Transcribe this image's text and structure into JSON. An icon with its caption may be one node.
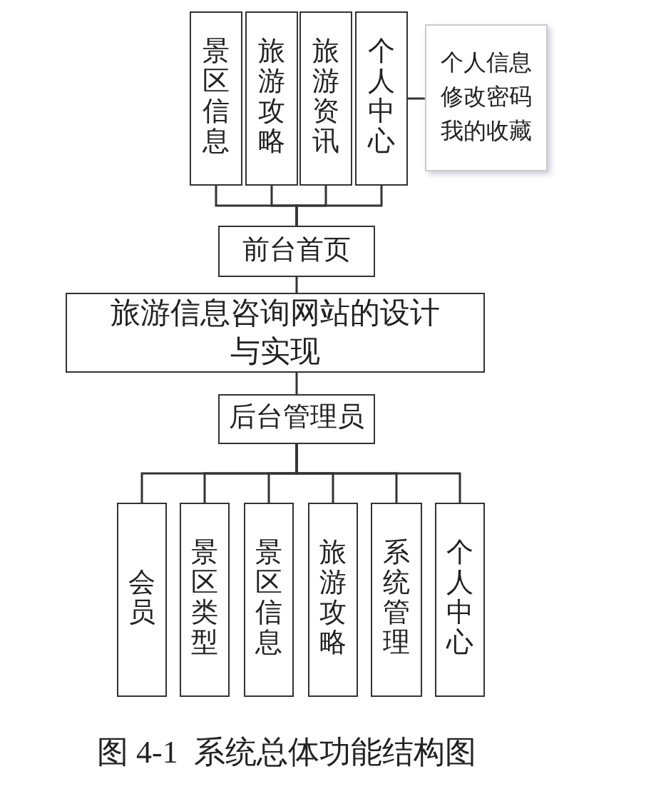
{
  "diagram": {
    "caption": "图 4-1  系统总体功能结构图",
    "nodes": [
      {
        "text": [
          "景区信息"
        ]
      },
      {
        "text": [
          "旅游攻略"
        ]
      },
      {
        "text": [
          "旅游资讯"
        ]
      },
      {
        "text": [
          "个人中心"
        ]
      },
      {
        "text": [
          "个人信息",
          "修改密码",
          "我的收藏"
        ]
      },
      {
        "text": [
          "前台首页"
        ]
      },
      {
        "text": [
          "旅游信息咨询网站的设计与实现"
        ]
      },
      {
        "text": [
          "后台管理员"
        ]
      },
      {
        "text": [
          "会员"
        ]
      },
      {
        "text": [
          "景区类型"
        ]
      },
      {
        "text": [
          "景区信息"
        ]
      },
      {
        "text": [
          "旅游攻略"
        ]
      },
      {
        "text": [
          "系统管理"
        ]
      },
      {
        "text": [
          "个人中心"
        ]
      }
    ],
    "edges": [
      {
        "from": 6,
        "to": 5,
        "arrow": "none"
      },
      {
        "from": 5,
        "to": 0,
        "arrow": "none"
      },
      {
        "from": 5,
        "to": 1,
        "arrow": "none"
      },
      {
        "from": 5,
        "to": 2,
        "arrow": "none"
      },
      {
        "from": 5,
        "to": 3,
        "arrow": "none"
      },
      {
        "from": 3,
        "to": 4,
        "arrow": "none"
      },
      {
        "from": 6,
        "to": 7,
        "arrow": "none"
      },
      {
        "from": 7,
        "to": 8,
        "arrow": "none"
      },
      {
        "from": 7,
        "to": 9,
        "arrow": "none"
      },
      {
        "from": 7,
        "to": 10,
        "arrow": "none"
      },
      {
        "from": 7,
        "to": 11,
        "arrow": "none"
      },
      {
        "from": 7,
        "to": 12,
        "arrow": "none"
      },
      {
        "from": 7,
        "to": 13,
        "arrow": "none"
      }
    ]
  }
}
